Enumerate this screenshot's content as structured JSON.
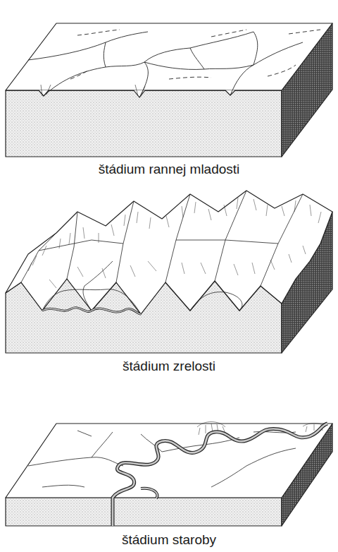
{
  "diagram": {
    "labels": [
      "štádium rannej mladosti",
      "štádium zrelosti",
      "štádium staroby"
    ]
  }
}
